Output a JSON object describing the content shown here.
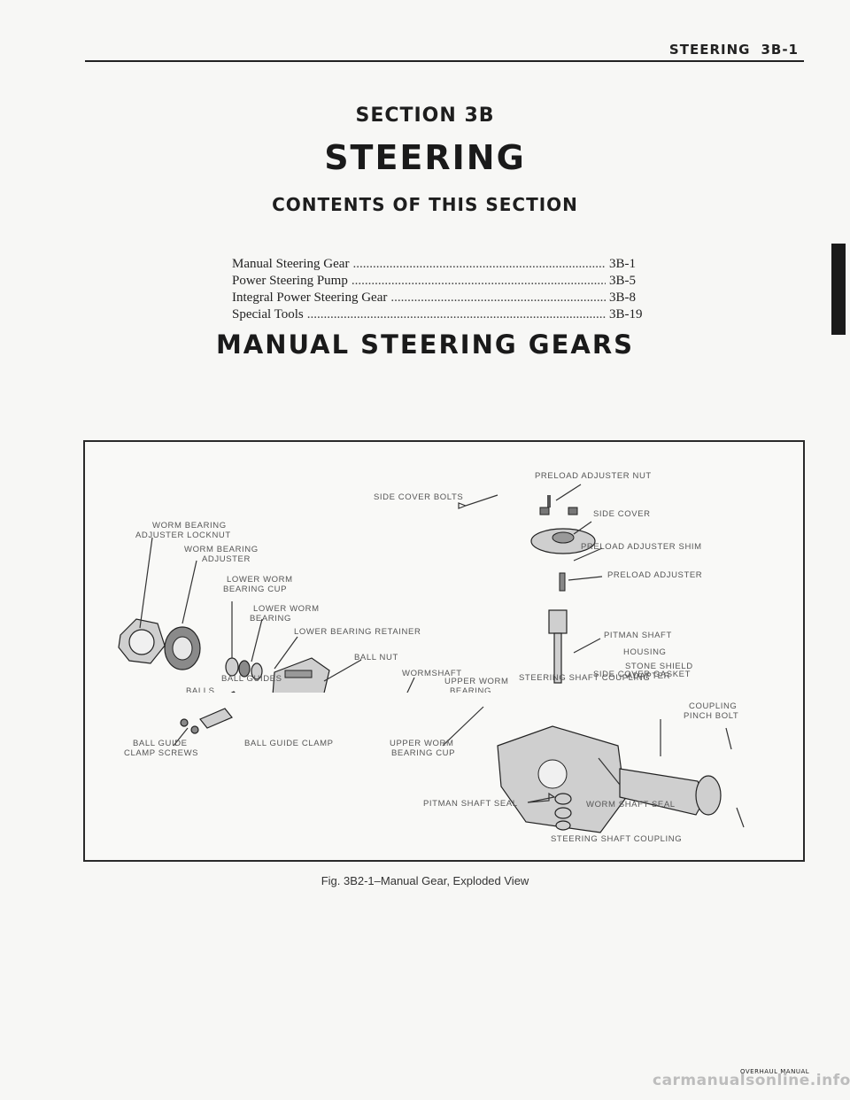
{
  "header": {
    "section": "STEERING",
    "page": "3B-1"
  },
  "section_label": "SECTION 3B",
  "section_title": "STEERING",
  "contents_title": "CONTENTS OF THIS SECTION",
  "toc": [
    {
      "title": "Manual Steering Gear",
      "page": "3B-1"
    },
    {
      "title": "Power Steering Pump",
      "page": "3B-5"
    },
    {
      "title": "Integral Power Steering Gear",
      "page": "3B-8"
    },
    {
      "title": "Special Tools",
      "page": "3B-19"
    }
  ],
  "manual_title": "MANUAL STEERING GEARS",
  "figure": {
    "caption": "Fig. 3B2-1–Manual Gear, Exploded View",
    "labels": {
      "preload_adjuster_nut": "PRELOAD ADJUSTER NUT",
      "side_cover_bolts": "SIDE COVER BOLTS",
      "side_cover": "SIDE COVER",
      "worm_bearing_adjuster_locknut_1": "WORM BEARING",
      "worm_bearing_adjuster_locknut_2": "ADJUSTER LOCKNUT",
      "preload_adjuster_shim": "PRELOAD ADJUSTER SHIM",
      "worm_bearing_adjuster_1": "WORM BEARING",
      "worm_bearing_adjuster_2": "ADJUSTER",
      "preload_adjuster": "PRELOAD ADJUSTER",
      "lower_worm_bearing_cup_1": "LOWER WORM",
      "lower_worm_bearing_cup_2": "BEARING CUP",
      "lower_worm_bearing_1": "LOWER WORM",
      "lower_worm_bearing_2": "BEARING",
      "pitman_shaft": "PITMAN SHAFT",
      "lower_bearing_retainer": "LOWER BEARING RETAINER",
      "ball_nut": "BALL NUT",
      "wormshaft": "WORMSHAFT",
      "side_cover_gasket": "SIDE COVER GASKET",
      "upper_worm_bearing_1": "UPPER WORM",
      "upper_worm_bearing_2": "BEARING",
      "housing": "HOUSING",
      "stone_shield_adapter_1": "STONE SHIELD",
      "stone_shield_adapter_2": "ADAPTER",
      "ball_guides": "BALL GUIDES",
      "balls": "BALLS",
      "coupling_pinch_bolt_1": "COUPLING",
      "coupling_pinch_bolt_2": "PINCH BOLT",
      "ball_guide_clamp_screws_1": "BALL GUIDE",
      "ball_guide_clamp_screws_2": "CLAMP SCREWS",
      "ball_guide_clamp": "BALL GUIDE CLAMP",
      "upper_worm_bearing_cup_1": "UPPER WORM",
      "upper_worm_bearing_cup_2": "BEARING CUP",
      "pitman_shaft_seal": "PITMAN SHAFT SEAL",
      "worm_shaft_seal": "WORM SHAFT SEAL",
      "steering_shaft_coupling": "STEERING SHAFT COUPLING"
    }
  },
  "watermark_small": "OVERHAUL MANUAL",
  "watermark": "carmanualsonline.info"
}
